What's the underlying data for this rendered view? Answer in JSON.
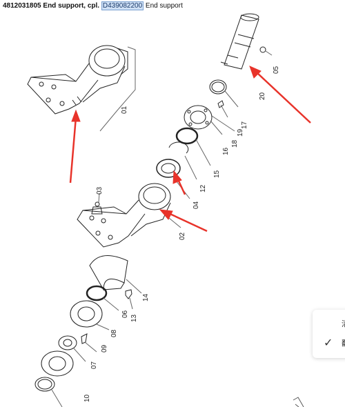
{
  "header": {
    "part_number": "4812031805",
    "part_name": "End support, cpl.",
    "ref_number": "D439082200",
    "ref_name": "End support"
  },
  "callouts": {
    "c01": "01",
    "c02": "02",
    "c03": "03",
    "c04": "04",
    "c05": "05",
    "c06": "06",
    "c07": "07",
    "c08": "08",
    "c09": "09",
    "c10": "10",
    "c12": "12",
    "c13": "13",
    "c14": "14",
    "c15": "15",
    "c16": "16",
    "c17": "17",
    "c18": "18",
    "c19": "19",
    "c20": "20"
  },
  "side_panel": {
    "line1": "清",
    "line2": "翻",
    "check_icon": "checkmark-icon"
  },
  "colors": {
    "arrow": "#e8332a",
    "line": "#222222",
    "highlight": "#cfe0f5"
  }
}
